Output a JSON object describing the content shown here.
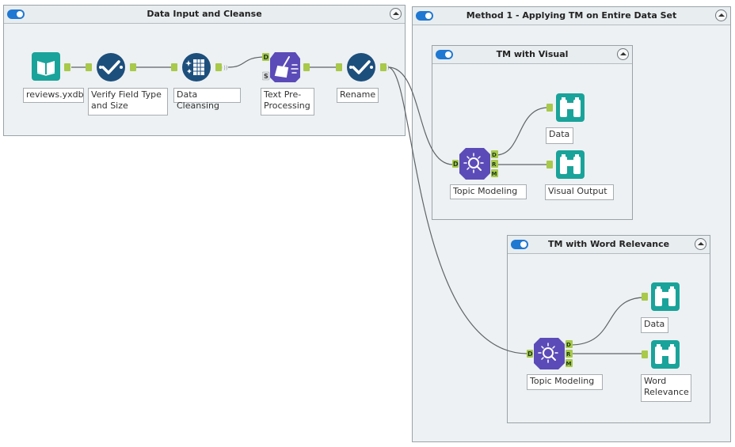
{
  "containers": {
    "input_cleanse": {
      "title": "Data Input and Cleanse"
    },
    "method1": {
      "title": "Method 1 - Applying TM on Entire Data Set"
    },
    "tm_visual": {
      "title": "TM with Visual"
    },
    "tm_word": {
      "title": "TM with Word Relevance"
    }
  },
  "tools": {
    "reviews": {
      "label": "reviews.yxdb",
      "icon": "book-icon"
    },
    "verify": {
      "label_line1": "Verify Field Type",
      "label_line2": "and Size",
      "icon": "checkmark-icon"
    },
    "cleansing": {
      "label": "Data Cleansing",
      "icon": "cleansing-icon"
    },
    "textpre": {
      "label_line1": "Text Pre-",
      "label_line2": "Processing",
      "icon": "broom-icon"
    },
    "rename": {
      "label": "Rename",
      "icon": "checkmark-icon"
    },
    "tm1": {
      "label": "Topic Modeling",
      "icon": "topic-modeling-icon"
    },
    "browse_data1": {
      "label": "Data",
      "icon": "binoculars-icon"
    },
    "browse_visual": {
      "label": "Visual Output",
      "icon": "binoculars-icon"
    },
    "tm2": {
      "label": "Topic Modeling",
      "icon": "topic-modeling-icon"
    },
    "browse_data2": {
      "label": "Data",
      "icon": "binoculars-icon"
    },
    "browse_word": {
      "label_line1": "Word",
      "label_line2": "Relevance",
      "icon": "binoculars-icon"
    }
  },
  "anchors": {
    "d": "D",
    "s": "S",
    "r": "R",
    "m": "M"
  },
  "colors": {
    "teal": "#1aa39a",
    "navy": "#1d4f7c",
    "purple": "#5b4bb8",
    "anchor": "#a8c94a",
    "toggle": "#1f78d1"
  }
}
